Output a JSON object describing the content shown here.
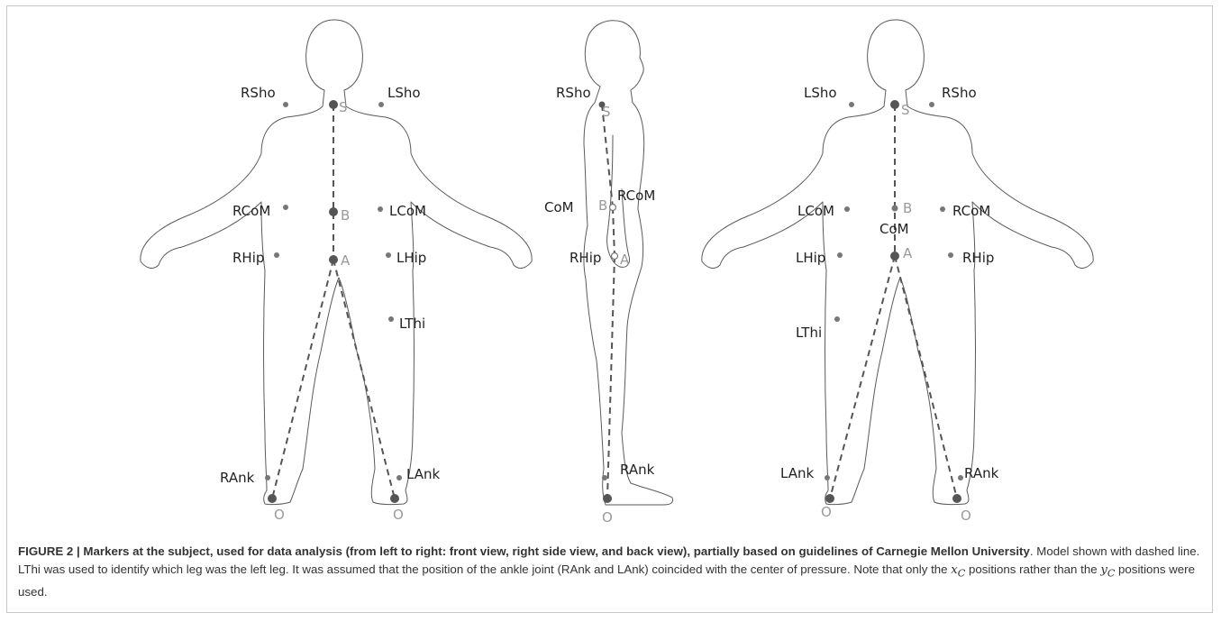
{
  "figure": {
    "front_view": {
      "markers": [
        "RSho",
        "LSho",
        "RCoM",
        "LCoM",
        "RHip",
        "LHip",
        "LThi",
        "RAnk",
        "LAnk"
      ],
      "model_points": [
        "S",
        "B",
        "A",
        "O",
        "O"
      ]
    },
    "side_view": {
      "markers": [
        "RSho",
        "CoM",
        "RCoM",
        "RHip",
        "RAnk"
      ],
      "model_points": [
        "S",
        "B",
        "A",
        "O"
      ]
    },
    "back_view": {
      "markers": [
        "LSho",
        "RSho",
        "LCoM",
        "RCoM",
        "CoM",
        "LHip",
        "RHip",
        "LThi",
        "LAnk",
        "RAnk"
      ],
      "model_points": [
        "S",
        "B",
        "A",
        "O",
        "O"
      ]
    }
  },
  "caption": {
    "title": "FIGURE 2 | Markers at the subject, used for data analysis (from left to right: front view, right side view, and back view), partially based on guidelines of Carnegie Mellon University",
    "sentence_1": ". Model shown with dashed line. LThi was used to identify which leg was the left leg. It was assumed that the position of the ankle joint (RAnk and LAnk) coincided with the center of pressure. Note that only the ",
    "x_var": "x",
    "subscript": "C",
    "sentence_2": " positions rather than the ",
    "y_var": "y",
    "sentence_3": " positions were used."
  }
}
